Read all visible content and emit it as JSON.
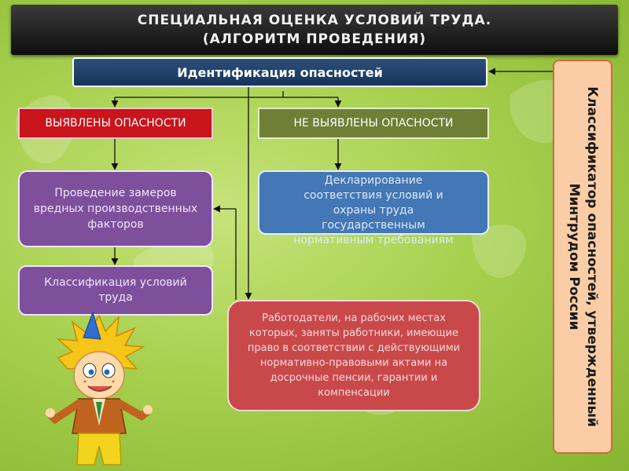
{
  "title": {
    "line1": "СПЕЦИАЛЬНАЯ ОЦЕНКА УСЛОВИЙ ТРУДА.",
    "line2": "(АЛГОРИТМ ПРОВЕДЕНИЯ)"
  },
  "nodes": {
    "identification": "Идентификация опасностей",
    "found": "ВЫЯВЛЕНЫ ОПАСНОСТИ",
    "not_found": "НЕ ВЫЯВЛЕНЫ ОПАСНОСТИ",
    "measurements": "Проведение замеров вредных производственных факторов",
    "declaration": "Декларирование\nсоответствия условий  и\nохраны труда\nгосударственным\nнормативным требованиям",
    "classification": "Классификация условий труда",
    "employers": "Работодатели, на рабочих местах которых, заняты работники, имеющие право в соответствии с действующими нормативно-правовыми актами на досрочные пенсии, гарантии и компенсации"
  },
  "sidebar": {
    "text": "Классификатор опасностей, утвержденный Минтрудом России"
  },
  "colors": {
    "title_bg": "#1e1e1e",
    "identification": "#1f3f68",
    "found": "#c8141a",
    "not_found": "#6f7f35",
    "purple_boxes": "#7e509c",
    "declaration": "#4377b5",
    "employers": "#c9484a",
    "sidebar": "#fbcda6"
  }
}
